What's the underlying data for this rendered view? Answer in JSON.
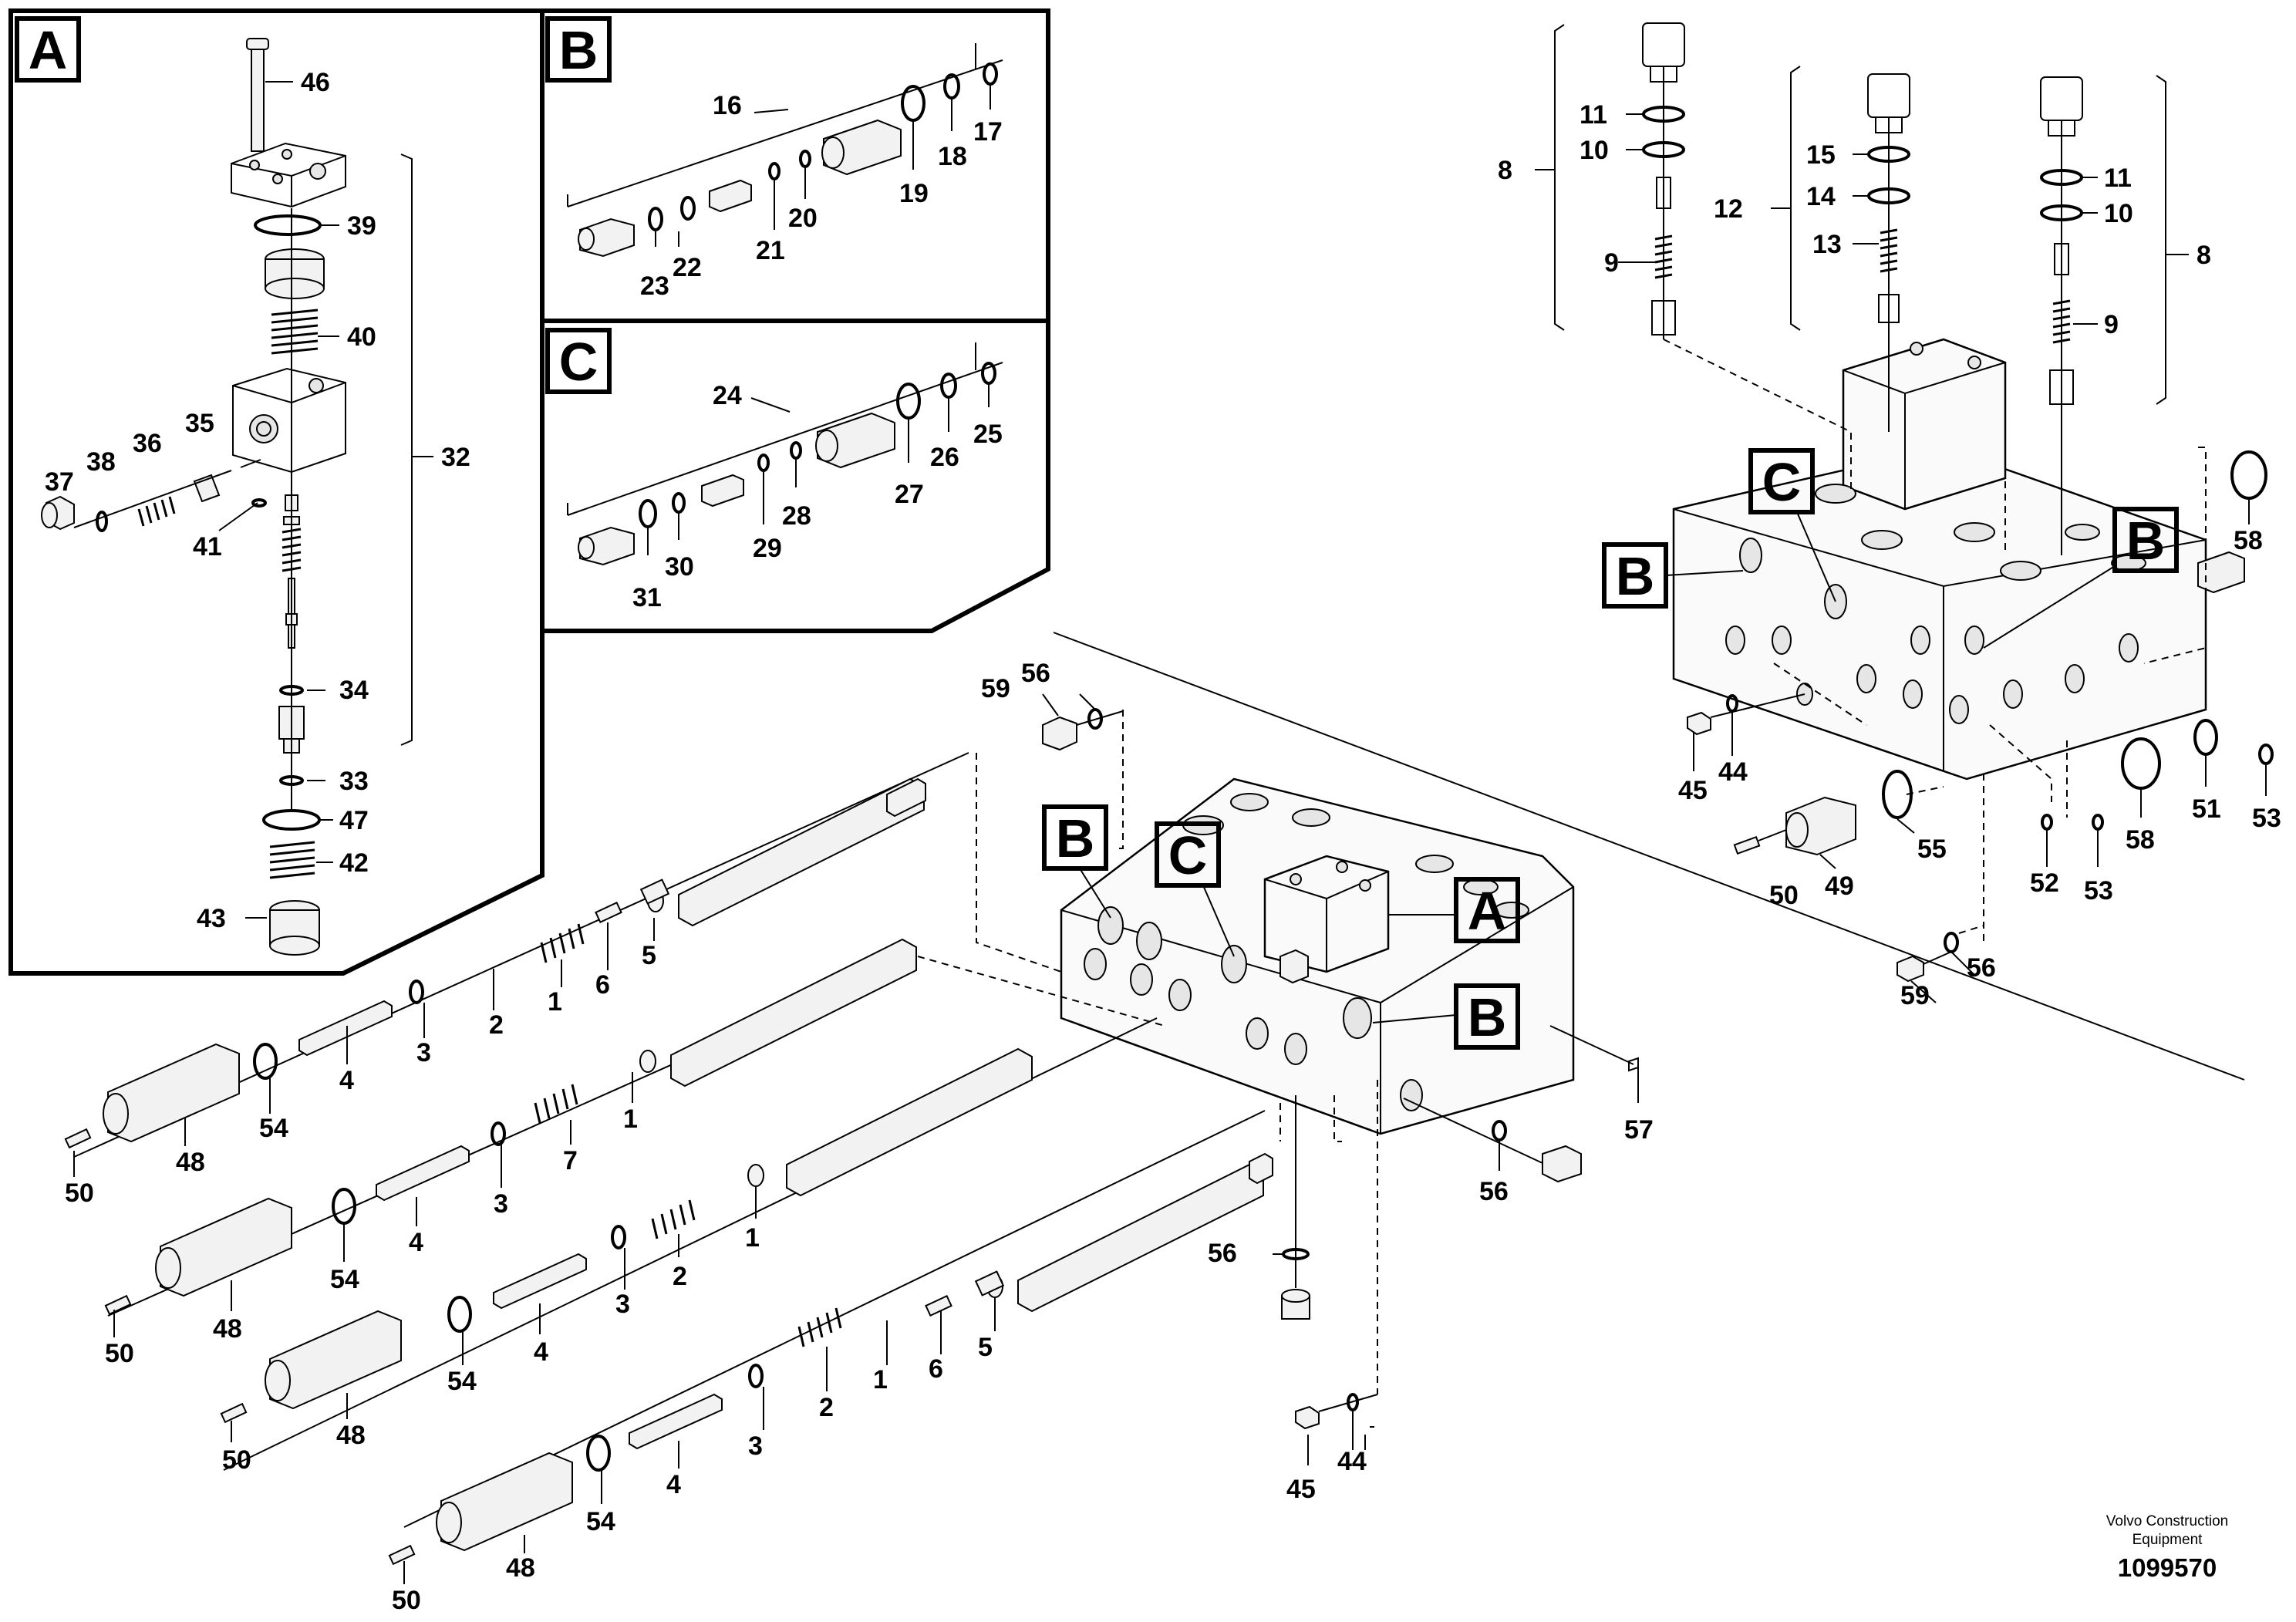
{
  "insets": {
    "a": "A",
    "b": "B",
    "c": "C"
  },
  "callouts": {
    "b1": "B",
    "c1": "C",
    "a1": "A",
    "b2": "B",
    "c2": "C",
    "b3": "B",
    "b4": "B"
  },
  "labels": {
    "n46": "46",
    "n39": "39",
    "n40": "40",
    "n32": "32",
    "n37": "37",
    "n38": "38",
    "n36": "36",
    "n35": "35",
    "n41": "41",
    "n34": "34",
    "n33": "33",
    "n47": "47",
    "n42": "42",
    "n43": "43",
    "n16": "16",
    "n17": "17",
    "n18": "18",
    "n19": "19",
    "n20": "20",
    "n21": "21",
    "n22": "22",
    "n23": "23",
    "n24": "24",
    "n25": "25",
    "n26": "26",
    "n27": "27",
    "n28": "28",
    "n29": "29",
    "n30": "30",
    "n31": "31",
    "r8a": "8",
    "r11a": "11",
    "r10a": "10",
    "r9a": "9",
    "r12": "12",
    "r15": "15",
    "r14": "14",
    "r13": "13",
    "r11b": "11",
    "r10b": "10",
    "r9b": "9",
    "r8b": "8",
    "r58a": "58",
    "r45": "45",
    "r44": "44",
    "r55": "55",
    "r49": "49",
    "r50": "50",
    "r52": "52",
    "r53a": "53",
    "r58b": "58",
    "r51": "51",
    "r53b": "53",
    "r56": "56",
    "r59": "59",
    "m59": "59",
    "m56": "56",
    "m57": "57",
    "m56b": "56",
    "m56c": "56",
    "m45": "45",
    "m44": "44",
    "s1_5": "5",
    "s1_6": "6",
    "s1_1": "1",
    "s1_2": "2",
    "s1_3": "3",
    "s1_4": "4",
    "s1_54": "54",
    "s1_48": "48",
    "s1_50": "50",
    "s2_7": "7",
    "s2_1": "1",
    "s2_3": "3",
    "s2_4": "4",
    "s2_54": "54",
    "s2_48": "48",
    "s2_50": "50",
    "s3_2": "2",
    "s3_1": "1",
    "s3_3": "3",
    "s3_4": "4",
    "s3_54": "54",
    "s3_48": "48",
    "s3_50": "50",
    "s4_5": "5",
    "s4_6": "6",
    "s4_1": "1",
    "s4_2": "2",
    "s4_3": "3",
    "s4_4": "4",
    "s4_54": "54",
    "s4_48": "48",
    "s4_50": "50"
  },
  "footer": {
    "line1": "Volvo Construction",
    "line2": "Equipment",
    "number": "1099570"
  }
}
